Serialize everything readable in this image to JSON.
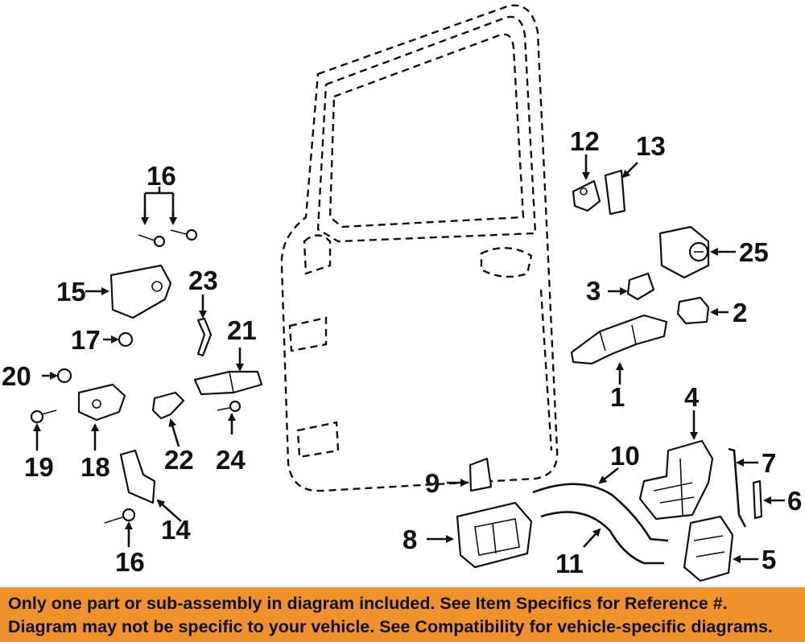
{
  "labels": {
    "p1": "1",
    "p2": "2",
    "p3": "3",
    "p4": "4",
    "p5": "5",
    "p6": "6",
    "p7": "7",
    "p8": "8",
    "p9": "9",
    "p10": "10",
    "p11": "11",
    "p12": "12",
    "p13": "13",
    "p14": "14",
    "p15": "15",
    "p16a": "16",
    "p16b": "16",
    "p17": "17",
    "p18": "18",
    "p19": "19",
    "p20": "20",
    "p21": "21",
    "p22": "22",
    "p23": "23",
    "p24": "24",
    "p25": "25"
  },
  "footer": {
    "line1": "Only one part or sub-assembly in diagram included. See Item Specifics for Reference #.",
    "line2": "Diagram may not be specific to your vehicle. See Compatibility for vehicle-specific diagrams.",
    "background": "#f0922b"
  }
}
